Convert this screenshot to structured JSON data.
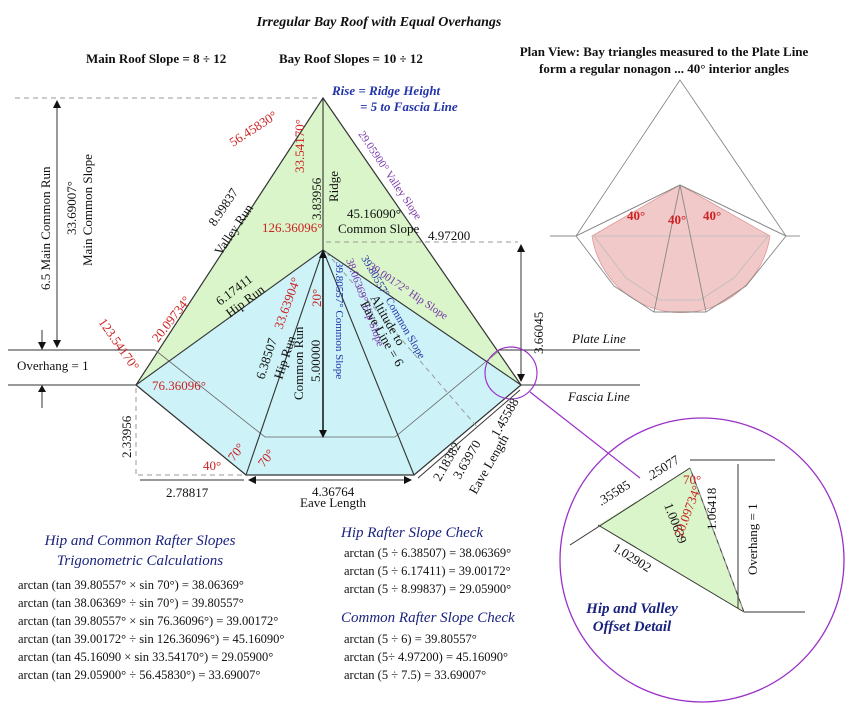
{
  "title": "Irregular Bay Roof with Equal Overhangs",
  "slopes": {
    "main": "Main Roof Slope = 8 ÷ 12",
    "bay": "Bay Roof Slopes = 10 ÷ 12"
  },
  "plan_view": {
    "line1": "Plan View: Bay triangles measured to the Plate Line",
    "line2": "form a regular nonagon ... 40° interior angles",
    "angles": [
      "40°",
      "40°",
      "40°"
    ]
  },
  "rise": {
    "line1": "Rise = Ridge Height",
    "line2": "= 5 to Fascia Line"
  },
  "left_labels": {
    "main_common_run": "6.5 Main Common Run",
    "main_angle": "33.69007°",
    "main_common_slope": "Main Common Slope",
    "overhang": "Overhang = 1",
    "angle_123": "123.54170°",
    "angle_20a": "20.09734°",
    "angle_76": "76.36096°",
    "dim_2_33956": "2.33956",
    "dim_2_78817": "2.78817",
    "angle_40a": "40°",
    "angle_70a": "70°",
    "angle_70b": "70°"
  },
  "center_labels": {
    "angle_56": "56.45830°",
    "angle_33_54": "33.54170°",
    "valley_run_value": "8.99837",
    "valley_run": "Valley Run",
    "ridge_value": "3.83956",
    "ridge": "Ridge",
    "angle_45": "45.16090°",
    "common_slope": "Common Slope",
    "angle_126": "126.36096°",
    "hip_run_value_a": "6.17411",
    "hip_run_a": "Hip Run",
    "angle_33_63": "33.63904°",
    "angle_20b": "20°",
    "hip_run_value_b": "6.38507",
    "hip_run_b": "Hip Run",
    "common_run": "Common Run",
    "common_run_value": "5.00000",
    "cs_39_80": "39.80557° Common Slope",
    "hs_38_06": "38.06369° Hip Slope",
    "cs_39_80b": "39.80557° Common Slope",
    "altitude": "Altitude to",
    "eave_line": "Eave Line = 6",
    "hs_39_00": "39.00172° Hip Slope",
    "vs_29_05": "29.05900° Valley Slope",
    "dim_4_97": "4.97200",
    "dim_3_66": "3.66045",
    "plate_line": "Plate Line",
    "fascia_line": "Fascia Line",
    "dim_1_45": "1.45588",
    "dim_2_18": "2.18382",
    "dim_3_63": "3.63970",
    "eave_length_r": "Eave Length",
    "dim_4_36": "4.36764",
    "eave_length": "Eave Length"
  },
  "trig": {
    "heading1": "Hip and Common Rafter Slopes",
    "heading2": "Trigonometric Calculations",
    "lines": [
      "arctan (tan 39.80557° × sin 70°) = 38.06369°",
      "arctan (tan 38.06369° ÷ sin 70°) = 39.80557°",
      "arctan (tan 39.80557° × sin 76.36096°) = 39.00172°",
      "arctan (tan 39.00172° ÷ sin 126.36096°) = 45.16090°",
      "arctan (tan 45.16090 × sin 33.54170°) = 29.05900°",
      "arctan (tan 29.05900° ÷ 56.45830°) = 33.69007°"
    ]
  },
  "hip_check": {
    "heading": "Hip Rafter Slope Check",
    "lines": [
      "arctan (5 ÷ 6.38507) = 38.06369°",
      "arctan (5 ÷ 6.17411) = 39.00172°",
      "arctan (5 ÷ 8.99837) = 29.05900°"
    ]
  },
  "common_check": {
    "heading": "Common Rafter Slope Check",
    "lines": [
      "arctan (5 ÷ 6) = 39.80557°",
      "arctan (5÷ 4.97200) = 45.16090°",
      "arctan (5 ÷ 7.5) = 33.69007°"
    ]
  },
  "detail": {
    "v_35585": ".35585",
    "v_25077": ".25077",
    "v_70": "70°",
    "v_1_06418": "1.06418",
    "v_1_00639": "1.00639",
    "v_20_09734": "20.09734°",
    "v_1_02902": "1.02902",
    "overhang": "Overhang = 1",
    "caption1": "Hip and Valley",
    "caption2": "Offset Detail"
  },
  "colors": {
    "green_fill": "#d9f5c9",
    "blue_fill": "#cdf2f7",
    "red": "#cc2222",
    "navy": "#1a237e",
    "purple": "#7733aa",
    "circle": "#9b30c8"
  }
}
